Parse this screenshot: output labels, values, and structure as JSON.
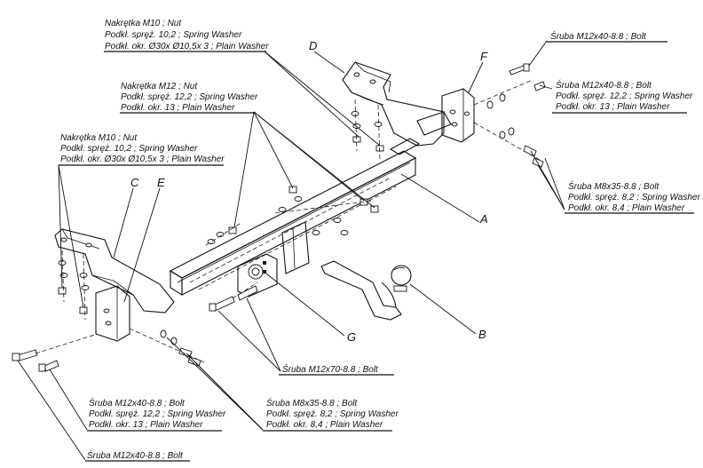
{
  "parts": {
    "A": "A",
    "B": "B",
    "C": "C",
    "D": "D",
    "E": "E",
    "F": "F",
    "G": "G"
  },
  "callouts": {
    "nut_m10_top": [
      "Nakrętka  M10 ; Nut",
      "Podkł. spręż. 10,2 ; Spring Washer",
      "Podkł. okr.  Ø30x Ø10,5x 3 ; Plain Washer"
    ],
    "nut_m12": [
      "Nakrętka  M12 ; Nut",
      "Podkł. spręż. 12,2 ; Spring Washer",
      "Podkł. okr. 13 ; Plain Washer"
    ],
    "nut_m10_left": [
      "Nakrętka  M10 ; Nut",
      "Podkł. spręż. 10,2 ; Spring Washer",
      "Podkł. okr.  Ø30x Ø10,5x 3 ; Plain Washer"
    ],
    "bolt_m12x40_top": [
      "Śruba M12x40-8.8  ; Bolt"
    ],
    "bolt_m12x40_right": [
      "Śruba M12x40-8.8  ; Bolt",
      "Podkł. spręż. 12,2 ; Spring Washer",
      "Podkł. okr. 13 ; Plain Washer"
    ],
    "bolt_m8x35_right": [
      "Śruba M8x35-8.8  ; Bolt",
      "Podkł. spręż. 8,2 ; Spring Washer",
      "Podkł. okr. 8,4 ; Plain Washer"
    ],
    "bolt_m12x70": [
      "Śruba M12x70-8.8  ; Bolt"
    ],
    "bolt_m12x40_bottom": [
      "Śruba M12x40-8.8  ; Bolt",
      "Podkł. spręż. 12,2 ; Spring Washer",
      "Podkł. okr. 13 ; Plain Washer"
    ],
    "bolt_m8x35_bottom": [
      "Śruba M8x35-8.8  ; Bolt",
      "Podkł. spręż. 8,2 ; Spring Washer",
      "Podkł. okr. 8,4 ; Plain Washer"
    ],
    "bolt_m12x40_lowest": [
      "Śruba M12x40-8.8  ; Bolt"
    ]
  }
}
